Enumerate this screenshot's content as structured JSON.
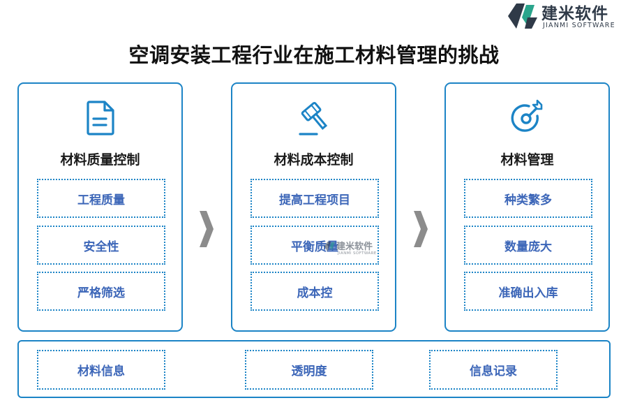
{
  "logo": {
    "name": "建米软件",
    "subtitle": "JIANMI SOFTWARE",
    "colors": {
      "dark": "#2f3a48",
      "green": "#2aa58c"
    }
  },
  "title": "空调安装工程行业在施工材料管理的挑战",
  "accent_color": "#1c84c6",
  "item_text_color": "#3c66b8",
  "cards": [
    {
      "icon": "document-icon",
      "title": "材料质量控制",
      "items": [
        "工程质量",
        "安全性",
        "严格筛选"
      ]
    },
    {
      "icon": "gavel-icon",
      "title": "材料成本控制",
      "items": [
        "提高工程项目",
        "平衡质量",
        "成本控"
      ]
    },
    {
      "icon": "target-icon",
      "title": "材料管理",
      "items": [
        "种类繁多",
        "数量庞大",
        "准确出入库"
      ]
    }
  ],
  "flow_arrow_icon": "chevron-right-icon",
  "bottom_items": [
    "材料信息",
    "透明度",
    "信息记录"
  ],
  "watermark": {
    "name": "建米软件",
    "subtitle": "JIANMI SOFTWARE"
  }
}
